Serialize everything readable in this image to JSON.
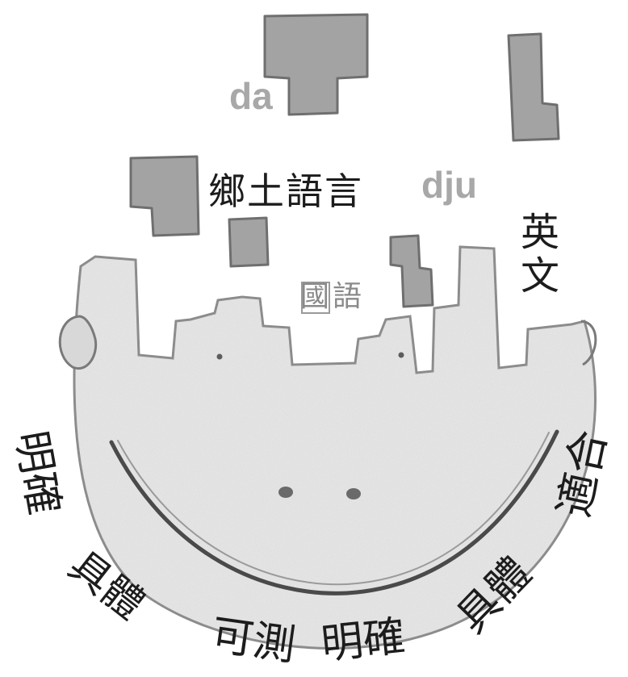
{
  "labels": {
    "da": "da",
    "dju": "dju",
    "local_language": "鄉土語言",
    "mandarin": "國語",
    "english": "英文",
    "left_clear": "明確",
    "left_concrete": "具體",
    "bottom_measurable": "可測",
    "bottom_clear": "明確",
    "right_concrete": "具體",
    "right_fit": "適合"
  },
  "colors": {
    "ink": "#1c1c1c",
    "block": "#a3a3a3",
    "block_edge": "#6f6f6f",
    "bowl": "#e6e6e6",
    "bowl_edge": "#8a8a8a",
    "latin": "#a8a8a8"
  }
}
